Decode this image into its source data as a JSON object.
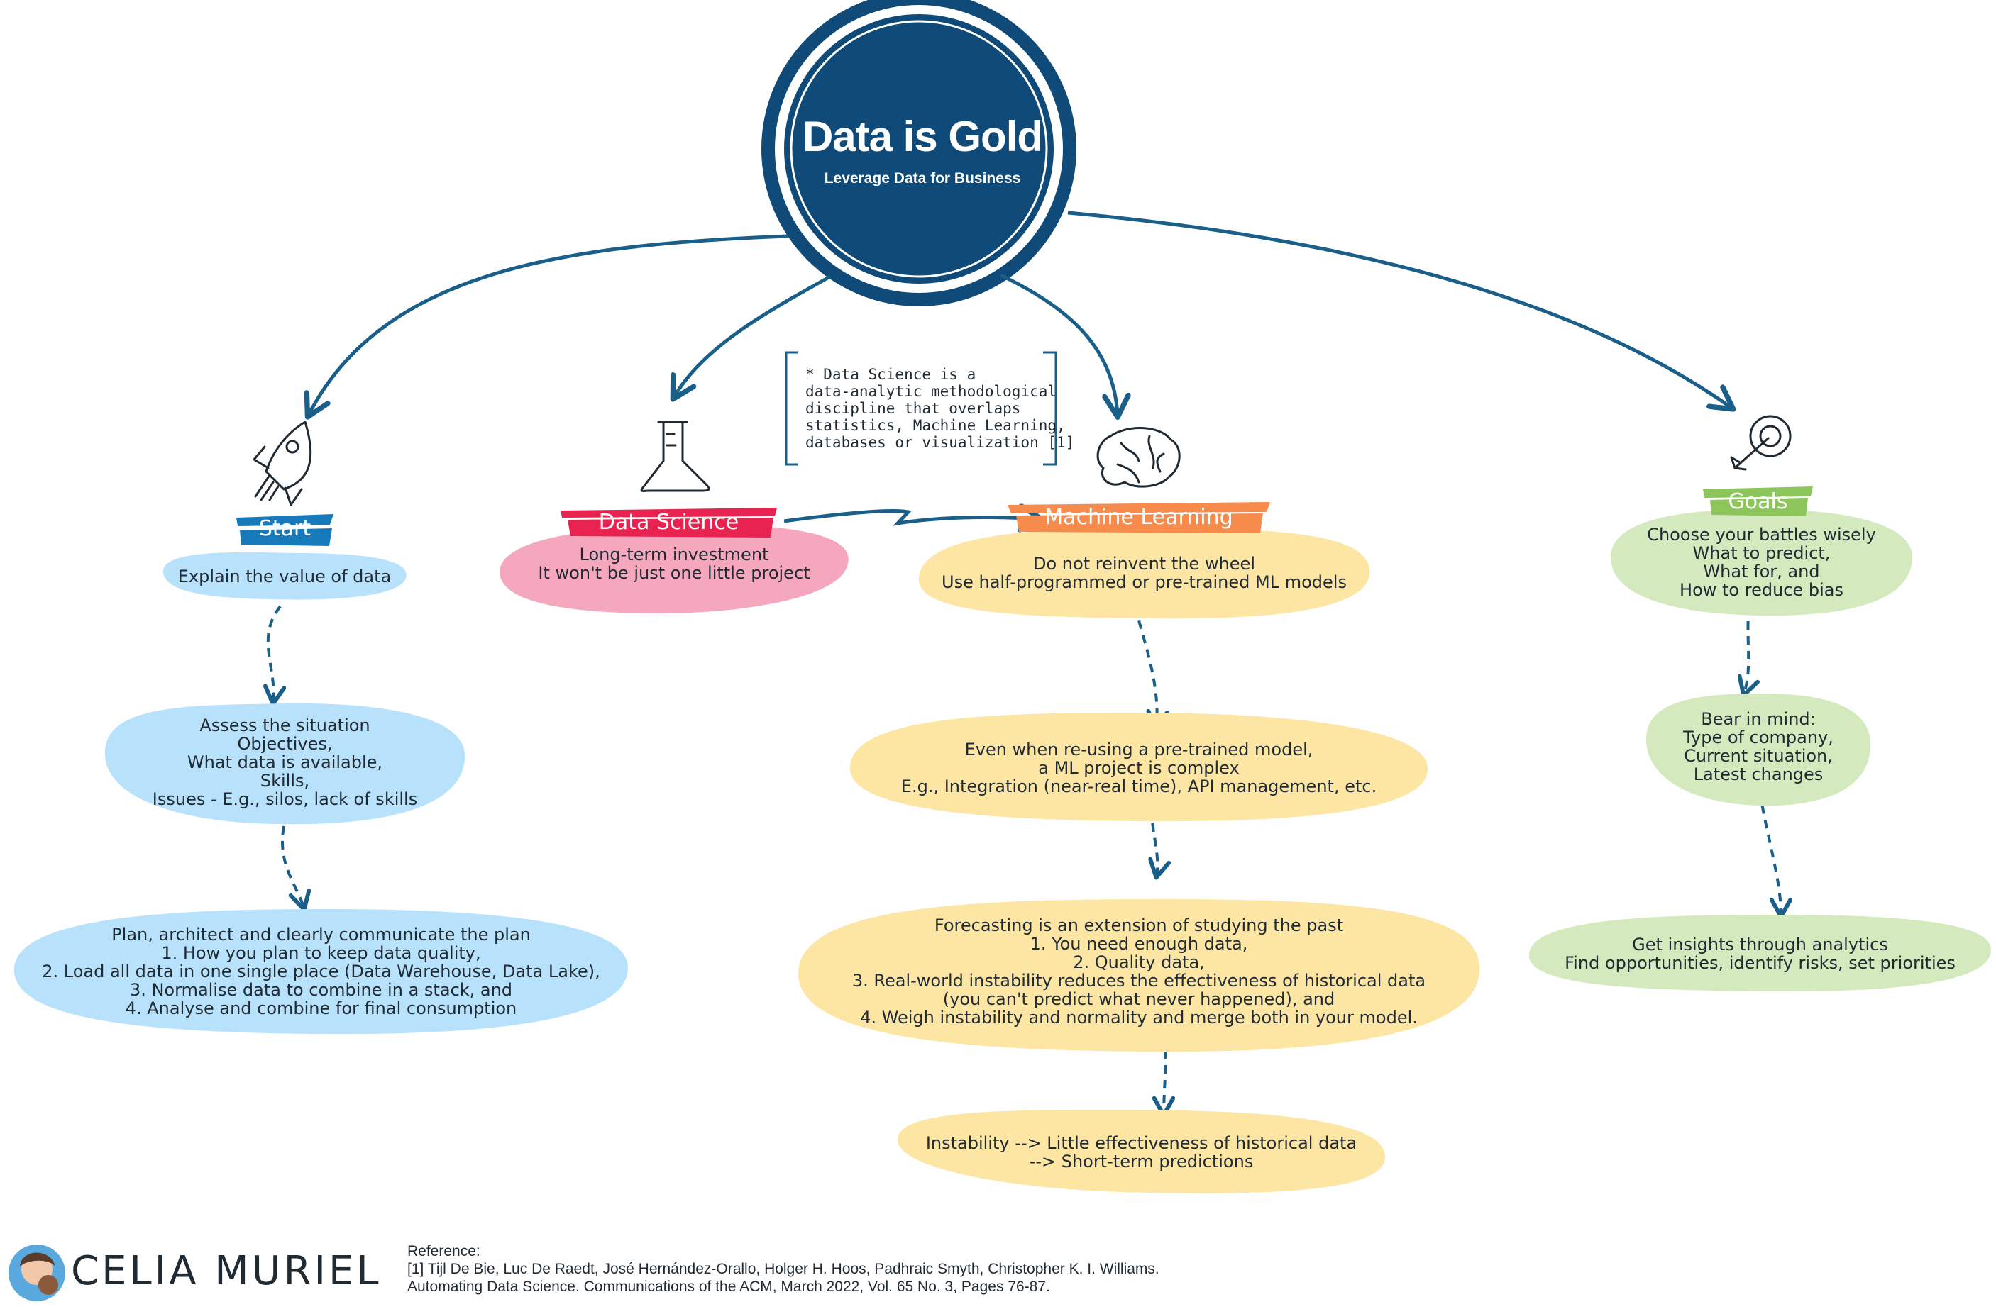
{
  "title": "Data is Gold",
  "subtitle": "Leverage Data for Business",
  "colors": {
    "navy": "#0f4a78",
    "arrow": "#1a5e8a",
    "start_tag": "#1679b9",
    "start_fill": "#b8e2fb",
    "ds_tag": "#e8234f",
    "ds_fill": "#f5a8bd",
    "ml_tag": "#f68b4c",
    "ml_fill": "#fde6a4",
    "goals_tag": "#8cc55a",
    "goals_fill": "#d4e9bd"
  },
  "note": {
    "lines": [
      "* Data Science is a",
      "data-analytic methodological",
      "discipline that overlaps",
      "statistics, Machine Learning,",
      "databases or visualization [1]"
    ]
  },
  "start": {
    "label": "Start",
    "icon": "rocket-icon",
    "nodes": [
      {
        "lines": [
          "Explain the value of data"
        ]
      },
      {
        "lines": [
          "Assess the situation",
          "Objectives,",
          "What data is available,",
          "Skills,",
          "Issues - E.g., silos, lack of skills"
        ]
      },
      {
        "lines": [
          "Plan, architect and clearly communicate the plan",
          "1. How you plan to keep data quality,",
          "2. Load all data in one single place (Data Warehouse, Data Lake),",
          "3. Normalise data to combine in a stack, and",
          "4. Analyse and combine for final consumption"
        ]
      }
    ]
  },
  "data_science": {
    "label": "Data Science",
    "icon": "flask-icon",
    "nodes": [
      {
        "lines": [
          "Long-term investment",
          "It won't be just one little project"
        ]
      }
    ]
  },
  "machine_learning": {
    "label": "Machine Learning",
    "icon": "brain-icon",
    "nodes": [
      {
        "lines": [
          "Do not reinvent the wheel",
          "Use half-programmed or pre-trained ML models"
        ]
      },
      {
        "lines": [
          "Even when re-using a pre-trained model,",
          "a ML project is complex",
          "E.g., Integration (near-real time), API management, etc."
        ]
      },
      {
        "lines": [
          "Forecasting is an extension of studying the past",
          "1. You need enough data,",
          "2. Quality data,",
          "3. Real-world instability reduces the effectiveness of historical data",
          "(you can't predict what never happened), and",
          "4. Weigh instability and normality and merge both in your model."
        ]
      },
      {
        "lines": [
          "Instability --> Little effectiveness of historical data",
          "--> Short-term predictions"
        ]
      }
    ]
  },
  "goals": {
    "label": "Goals",
    "icon": "target-icon",
    "nodes": [
      {
        "lines": [
          "Choose your battles wisely",
          "What to predict,",
          "What for, and",
          "How to reduce bias"
        ]
      },
      {
        "lines": [
          "Bear in mind:",
          "Type of company,",
          "Current situation,",
          "Latest changes"
        ]
      },
      {
        "lines": [
          "Get insights through analytics",
          "Find opportunities, identify risks, set priorities"
        ]
      }
    ]
  },
  "author": "CELIA MURIEL",
  "reference": {
    "lines": [
      "Reference:",
      "[1] Tijl De Bie, Luc De Raedt, José Hernández-Orallo, Holger H. Hoos, Padhraic Smyth, Christopher K. I. Williams.",
      "Automating Data Science. Communications of the ACM, March 2022, Vol. 65 No. 3, Pages 76-87."
    ]
  }
}
